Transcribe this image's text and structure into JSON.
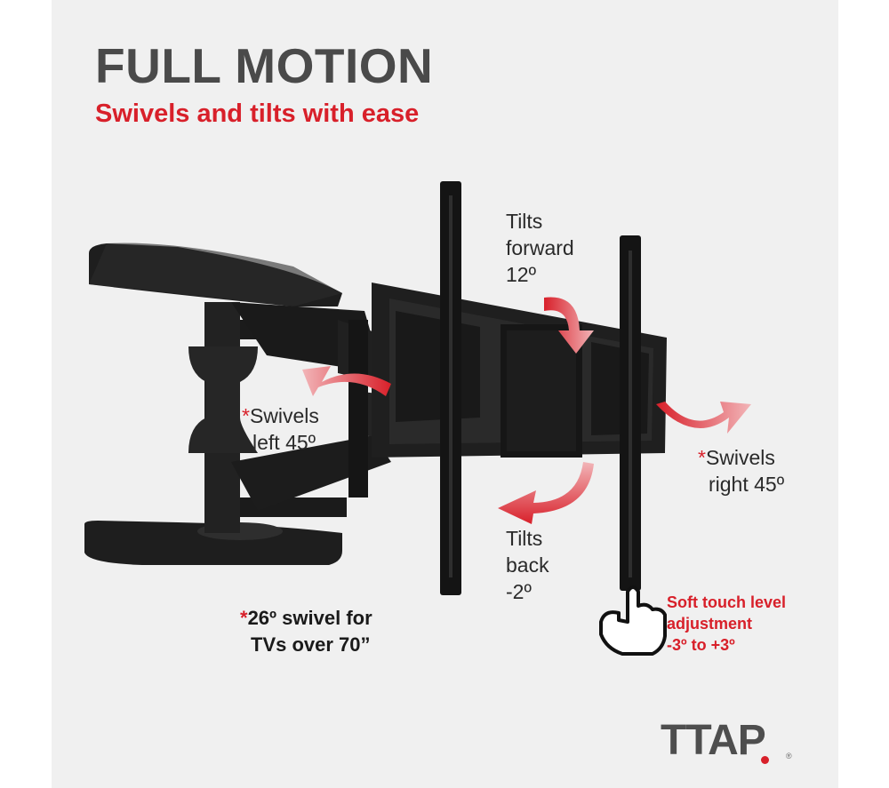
{
  "heading": {
    "title": "FULL MOTION",
    "subtitle": "Swivels and tilts with ease"
  },
  "callouts": {
    "tilt_forward": [
      "Tilts",
      "forward",
      "12º"
    ],
    "swivel_left": {
      "star": "*",
      "lines": [
        "Swivels",
        "left 45º"
      ]
    },
    "swivel_right": {
      "star": "*",
      "lines": [
        "Swivels",
        "right 45º"
      ]
    },
    "tilt_back": [
      "Tilts",
      "back",
      "-2º"
    ],
    "swivel_note": {
      "star": "*",
      "lines": [
        "26º swivel for",
        "TVs over 70”"
      ]
    },
    "level_adjust": [
      "Soft touch level",
      "adjustment",
      "-3º to +3º"
    ]
  },
  "brand": {
    "name": "TTAP",
    "reg": "®"
  },
  "colors": {
    "background": "#f0f0f0",
    "title": "#4a4a4a",
    "accent_red": "#d8202a",
    "mount": "#1c1c1c"
  },
  "icons": {
    "hand": "pointing-hand-icon",
    "arrows": "curved-arrow-icon"
  }
}
